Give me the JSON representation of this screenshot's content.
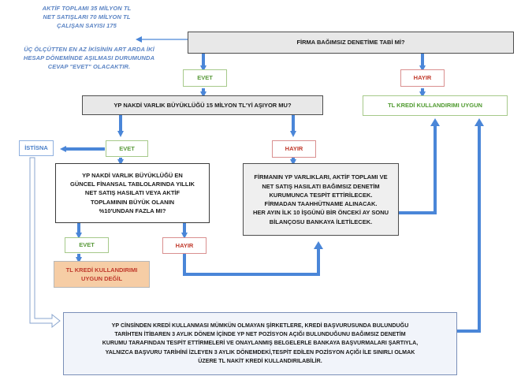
{
  "notes": {
    "thresholds": [
      "AKTİF TOPLAMI 35 MİLYON TL",
      "NET SATIŞLARI 70 MİLYON TL",
      "ÇALIŞAN SAYISI 175"
    ],
    "rule": [
      "ÜÇ ÖLÇÜTTEN EN AZ İKİSİNİN ART ARDA İKİ",
      "HESAP DÖNEMİNDE AŞILMASI DURUMUNDA",
      "CEVAP \"EVET\" OLACAKTIR."
    ]
  },
  "q1": "FİRMA BAĞIMSIZ DENETİME TABİ Mİ?",
  "q1_yes": "EVET",
  "q1_no": "HAYIR",
  "result_ok": "TL KREDİ KULLANDIRIMI UYGUN",
  "q2": "YP NAKDİ VARLIK BÜYÜKLÜĞÜ 15 MİLYON TL'Yİ AŞIYOR MU?",
  "q2_yes": "EVET",
  "q2_no": "HAYIR",
  "exception": "İSTİSNA",
  "q3": [
    "YP NAKDİ VARLIK BÜYÜKLÜĞÜ EN",
    "GÜNCEL FİNANSAL TABLOLARINDA YILLIK",
    "NET SATIŞ HASILATI VEYA AKTİF",
    "TOPLAMININ BÜYÜK OLANIN",
    "%10'UNDAN FAZLA MI?"
  ],
  "q3_yes": "EVET",
  "q3_no": "HAYIR",
  "result_not_ok": [
    "TL KREDİ KULLANDIRIMI",
    "UYGUN DEĞİL"
  ],
  "audit_note": [
    "FİRMANIN YP VARLIKLARI, AKTİF TOPLAMI VE",
    "NET SATIŞ HASILATI BAĞIMSIZ DENETİM",
    "KURUMUNCA TESPİT ETTİRİLECEK.",
    "FİRMADAN TAAHHÜTNAME ALINACAK.",
    "HER AYIN İLK 10 İŞGÜNÜ BİR ÖNCEKİ AY SONU",
    "BİLANÇOSU BANKAYA İLETİLECEK."
  ],
  "bottom": [
    "YP CİNSİNDEN KREDİ KULLANMASI MÜMKÜN OLMAYAN ŞİRKETLERE, KREDİ BAŞVURUSUNDA BULUNDUĞU",
    "TARİHTEN İTİBAREN 3 AYLIK DÖNEM İÇİNDE YP NET POZİSYON AÇIĞI BULUNDUĞUNU BAĞIMSIZ DENETİM",
    "KURUMU TARAFINDAN TESPİT ETTİRMELERİ VE ONAYLANMIŞ BELGELERLE BANKAYA BAŞVURMALARI ŞARTIYLA,",
    "YALNIZCA BAŞVURU TARİHİNİ İZLEYEN 3 AYLIK DÖNEMDEKİ,TESPİT EDİLEN POZİSYON AÇIĞI İLE SINIRLI OLMAK",
    "ÜZERE TL NAKİT KREDİ KULLANDIRILABİLİR."
  ],
  "colors": {
    "arrow": "#4a86d8",
    "yes": "#5a9a3b",
    "no": "#c0392b",
    "note": "#5b84c4"
  }
}
